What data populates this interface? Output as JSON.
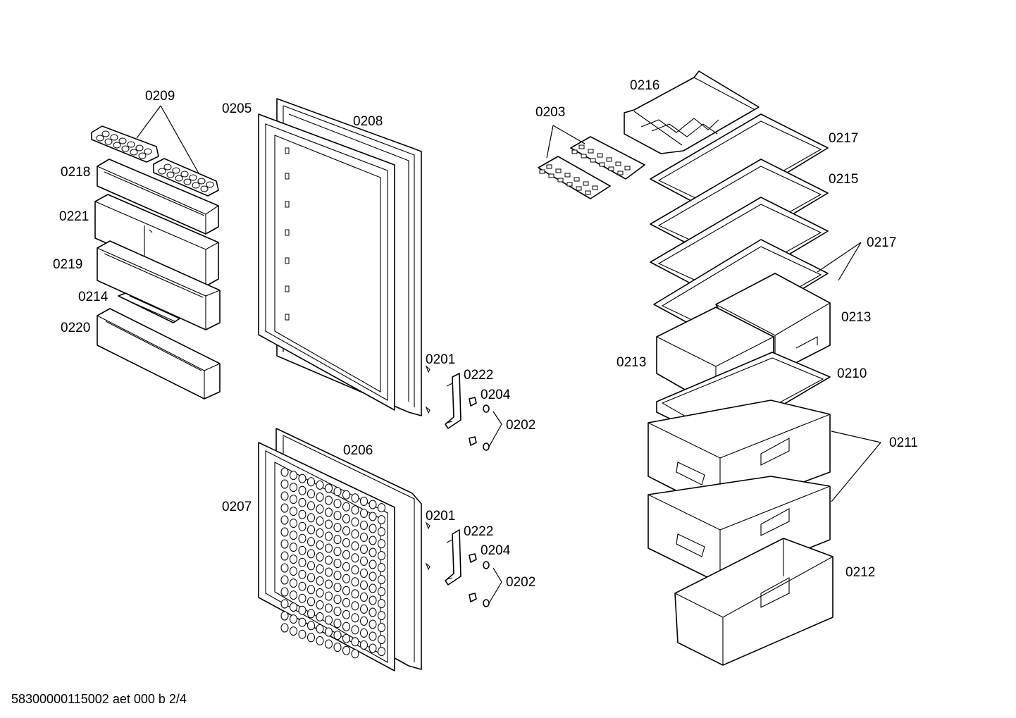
{
  "labels": {
    "l0209": "0209",
    "l0205": "0205",
    "l0208": "0208",
    "l0218": "0218",
    "l0221": "0221",
    "l0219": "0219",
    "l0214": "0214",
    "l0220": "0220",
    "l0201a": "0201",
    "l0222a": "0222",
    "l0204a": "0204",
    "l0202a": "0202",
    "l0206": "0206",
    "l0207": "0207",
    "l0201b": "0201",
    "l0222b": "0222",
    "l0204b": "0204",
    "l0202b": "0202",
    "l0203": "0203",
    "l0216": "0216",
    "l0217a": "0217",
    "l0215": "0215",
    "l0217b": "0217",
    "l0213a": "0213",
    "l0213b": "0213",
    "l0210": "0210",
    "l0211": "0211",
    "l0212": "0212"
  },
  "footer": "58300000115002 aet 000 b 2/4"
}
